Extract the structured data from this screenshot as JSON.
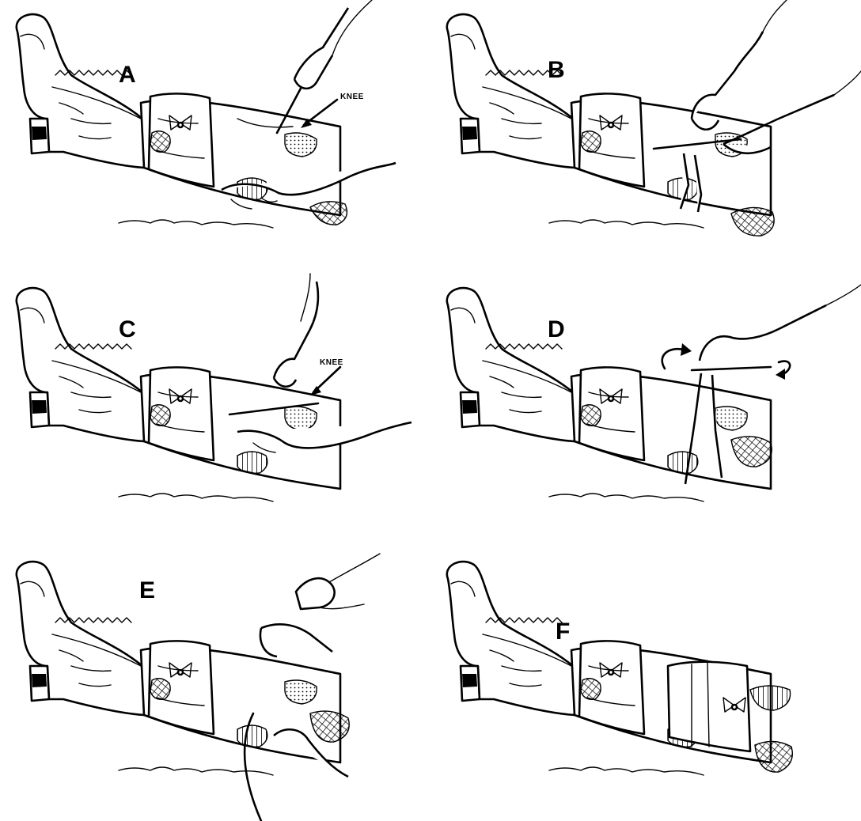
{
  "panels": [
    {
      "letter": "A",
      "label": "KNEE"
    },
    {
      "letter": "B"
    },
    {
      "letter": "C",
      "label": "KNEE"
    },
    {
      "letter": "D"
    },
    {
      "letter": "E"
    },
    {
      "letter": "F"
    }
  ]
}
